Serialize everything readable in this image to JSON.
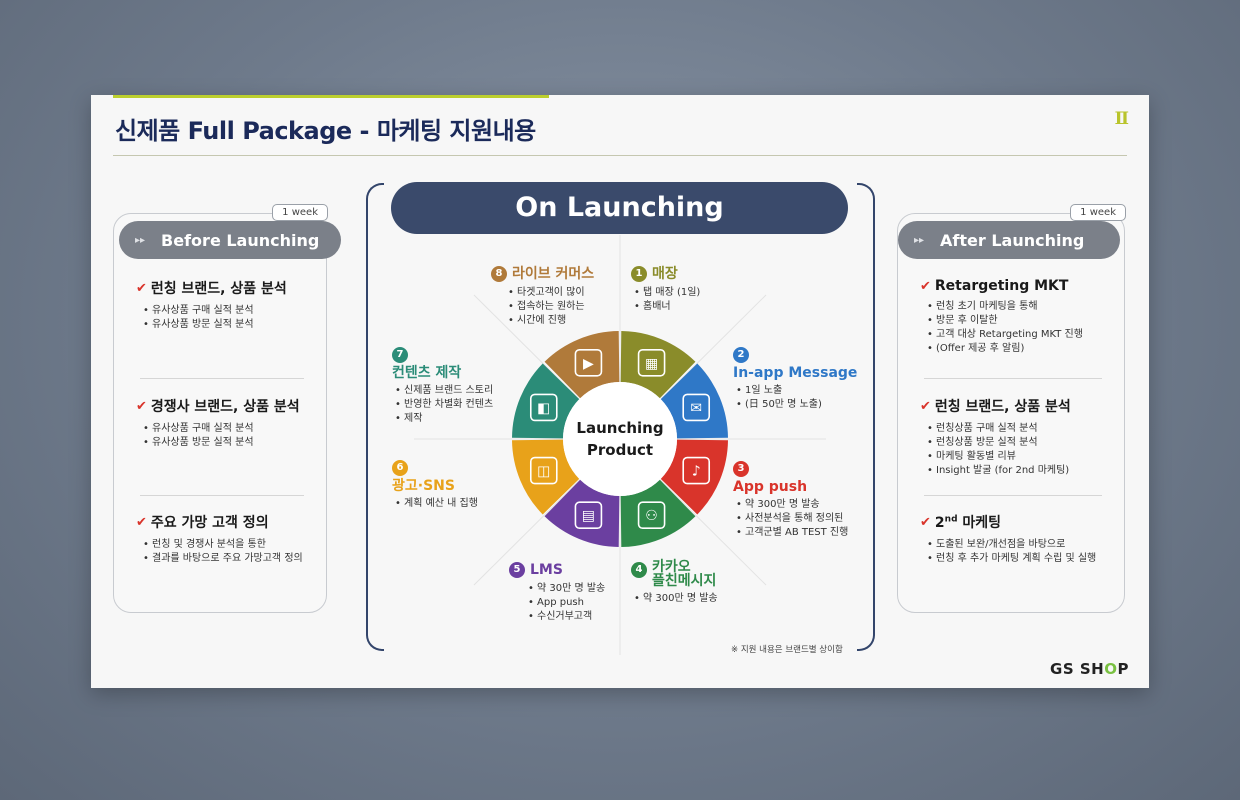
{
  "slide": {
    "title": "신제품 Full Package - 마케팅 지원내용",
    "page_mark": "Ⅱ",
    "footnote": "※ 지원 내용은 브랜드별 상이함",
    "brand_prefix": "GS SH",
    "brand_o": "O",
    "brand_suffix": "P"
  },
  "before": {
    "badge": "1 week",
    "title": "Before Launching",
    "sections": [
      {
        "title": "런칭 브랜드, 상품 분석",
        "bullets": [
          "유사상품 구매 실적 분석",
          "유사상품 방문 실적 분석"
        ]
      },
      {
        "title": "경쟁사 브랜드, 상품 분석",
        "bullets": [
          "유사상품 구매 실적 분석",
          "유사상품 방문 실적 분석"
        ]
      },
      {
        "title": "주요 가망 고객 정의",
        "bullets": [
          "런칭 및 경쟁사 분석을 통한",
          "결과를 바탕으로 주요 가망고객 정의"
        ]
      }
    ]
  },
  "after": {
    "badge": "1 week",
    "title": "After Launching",
    "sections": [
      {
        "title": "Retargeting MKT",
        "bullets": [
          "런칭 초기 마케팅을 통해",
          "방문 후 이탈한",
          "고객 대상 Retargeting MKT 진행",
          "(Offer 제공 후 알림)"
        ]
      },
      {
        "title": "런칭 브랜드, 상품 분석",
        "bullets": [
          "런칭상품 구매 실적 분석",
          "런칭상품 방문 실적 분석",
          "마케팅 활동별 리뷰",
          "Insight 발굴 (for 2nd 마케팅)"
        ]
      },
      {
        "title_main": "2",
        "title_sup": "nd",
        "title_rest": " 마케팅",
        "bullets": [
          "도출된 보완/개선점을 바탕으로",
          "런칭 후 추가 마케팅 계획 수립 및 실행"
        ]
      }
    ]
  },
  "center": {
    "title": "On Launching",
    "hub_line1": "Launching",
    "hub_line2": "Product",
    "segments": [
      {
        "num": "1",
        "title": "매장",
        "color": "#8a8c2a",
        "icon": "store-icon",
        "bullets": [
          "탭 매장 (1일)",
          "홈배너"
        ]
      },
      {
        "num": "2",
        "title": "In-app Message",
        "color": "#2f78c7",
        "icon": "chat-icon",
        "bullets": [
          "1일 노출",
          "(日 50만 명 노출)"
        ]
      },
      {
        "num": "3",
        "title": "App push",
        "color": "#d9342b",
        "icon": "bell-icon",
        "bullets": [
          "약 300만 명 발송",
          "사전분석을 통해 정의된",
          "고객군별 AB TEST 진행"
        ]
      },
      {
        "num": "4",
        "title": "카카오",
        "title2": "플친메시지",
        "color": "#2f8a4a",
        "icon": "group-icon",
        "bullets": [
          "약 300만 명 발송"
        ]
      },
      {
        "num": "5",
        "title": "LMS",
        "color": "#6b3fa0",
        "icon": "message-icon",
        "bullets": [
          "약 30만 명 발송",
          "App push",
          "수신거부고객"
        ]
      },
      {
        "num": "6",
        "title": "광고·SNS",
        "color": "#e8a21a",
        "icon": "ad-icon",
        "bullets": [
          "계획 예산 내 집행"
        ]
      },
      {
        "num": "7",
        "title": "컨텐츠 제작",
        "color": "#2b8c78",
        "icon": "content-icon",
        "bullets": [
          "신제품 브랜드 스토리",
          "반영한 차별화 컨텐츠",
          "제작"
        ]
      },
      {
        "num": "8",
        "title": "라이브 커머스",
        "color": "#b07a3a",
        "icon": "live-icon",
        "bullets": [
          "타겟고객이 많이",
          "접속하는 원하는",
          "시간에 진행"
        ]
      }
    ]
  }
}
